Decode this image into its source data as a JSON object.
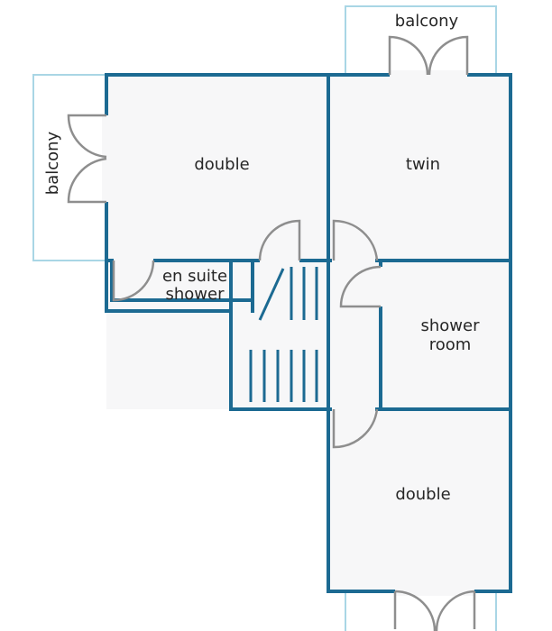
{
  "colors": {
    "wall": "#1c6a92",
    "balcony_outline": "#a9d6e5",
    "floor": "#f7f7f8",
    "door": "#8e8e8e"
  },
  "rooms": {
    "double_upper": "double",
    "twin": "twin",
    "en_suite_line1": "en suite",
    "en_suite_line2": "shower",
    "shower_room_line1": "shower",
    "shower_room_line2": "room",
    "double_lower": "double"
  },
  "balconies": {
    "left": "balcony",
    "top": "balcony"
  }
}
